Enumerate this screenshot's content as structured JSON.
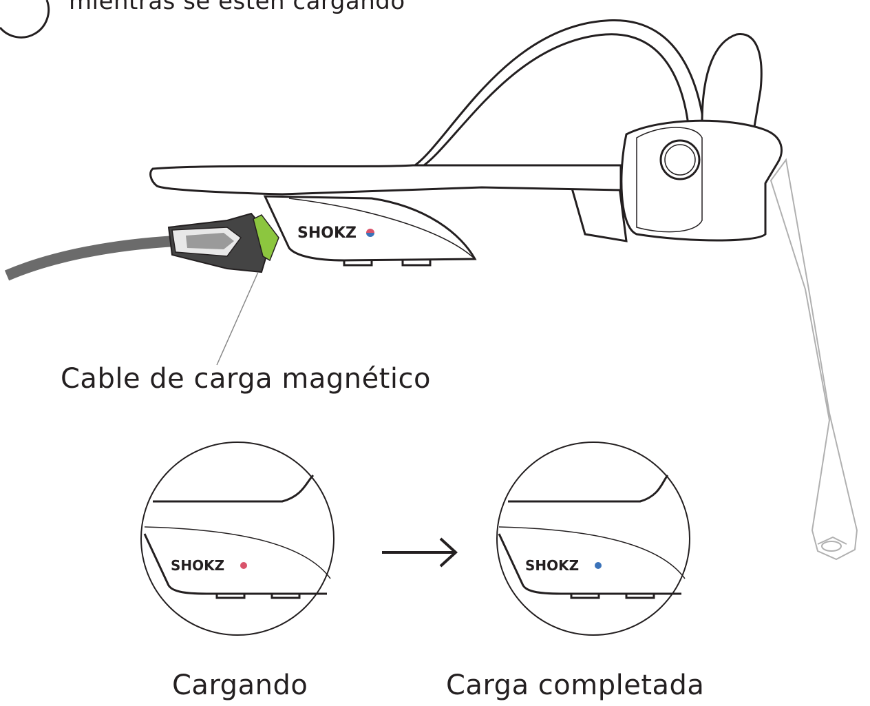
{
  "note": {
    "text": "mientras se estén cargando"
  },
  "headset": {
    "brand": "SHOKZ"
  },
  "cable": {
    "label": "Cable de carga magnético"
  },
  "states": [
    {
      "label": "Cargando",
      "brand": "SHOKZ",
      "led_color": "#d9536b"
    },
    {
      "label": "Carga completada",
      "brand": "SHOKZ",
      "led_color": "#3b73b9"
    }
  ],
  "colors": {
    "led_red": "#d9536b",
    "led_blue": "#3b73b9",
    "magnet_green": "#8cc63f",
    "outline": "#231f20"
  }
}
